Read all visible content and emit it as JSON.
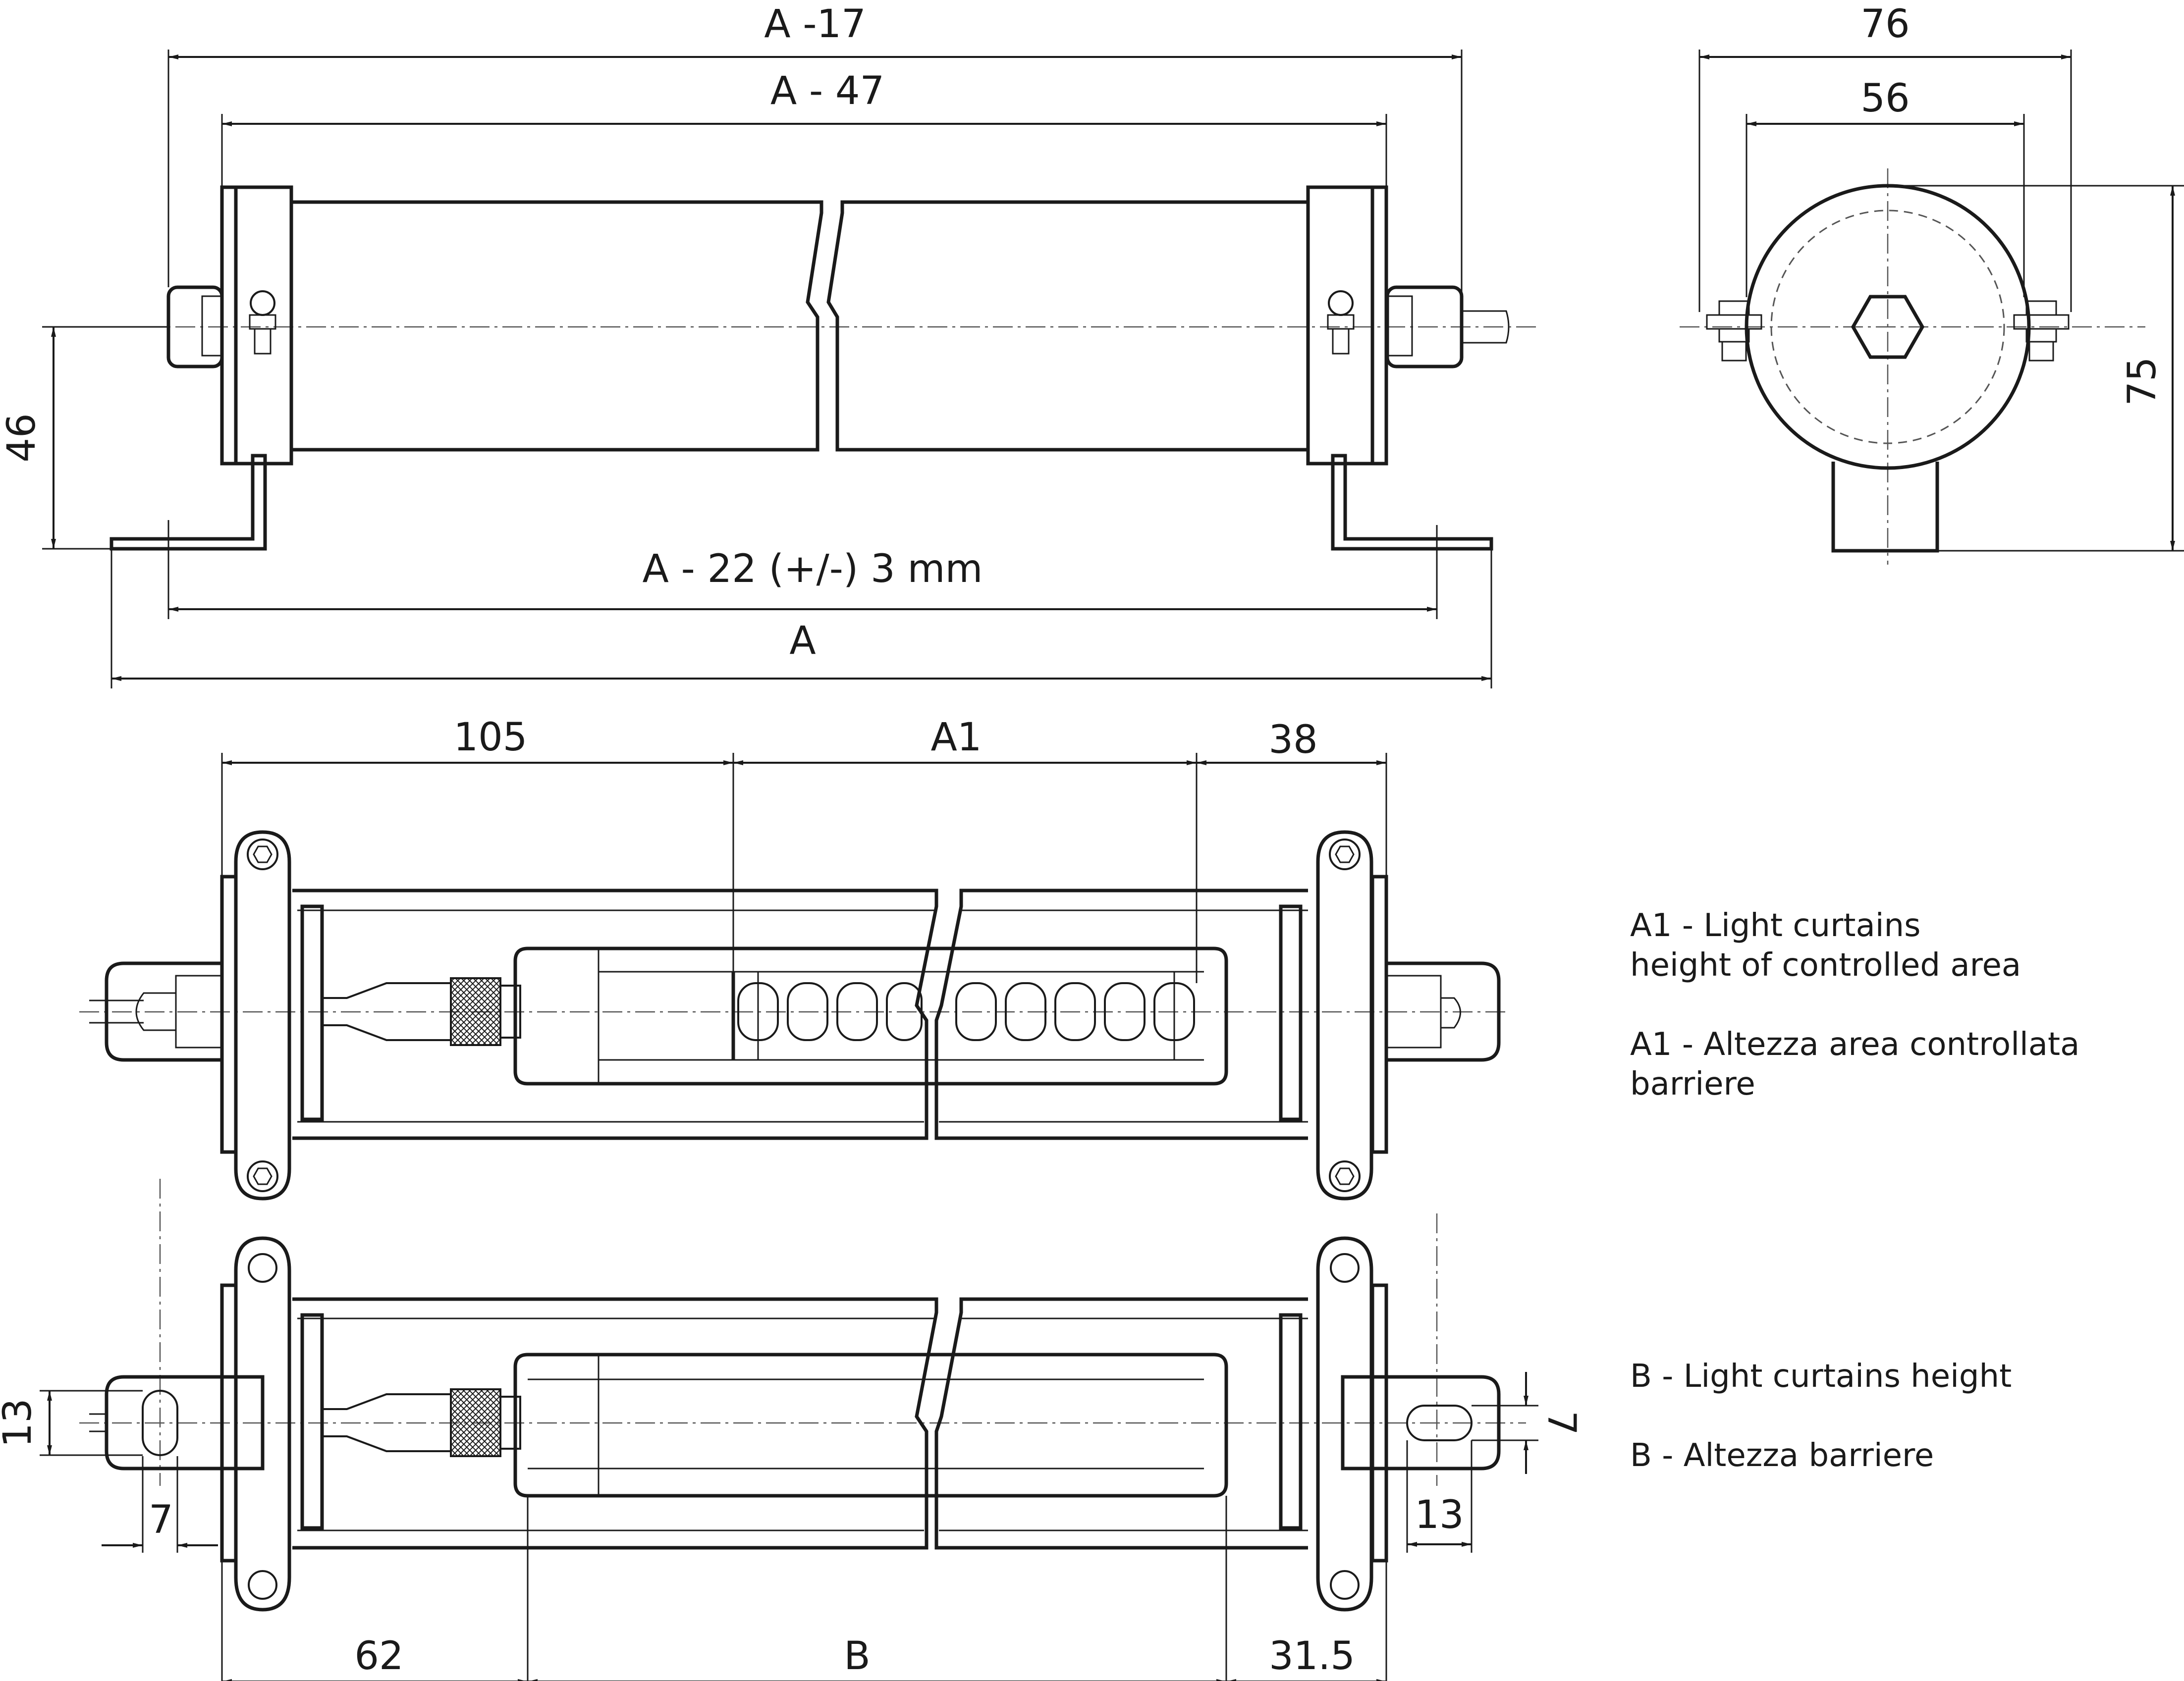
{
  "dimensions": {
    "a_minus_17": "A -17",
    "a_minus_47": "A - 47",
    "a_minus_22": "A - 22 (+/-) 3 mm",
    "a": "A",
    "h46": "46",
    "w76": "76",
    "w56": "56",
    "h75": "75",
    "d105": "105",
    "a1": "A1",
    "d38": "38",
    "d62": "62",
    "b": "B",
    "d31_5": "31.5",
    "d13_left": "13",
    "d7_left": "7",
    "d7_right": "7",
    "d13_right": "13"
  },
  "notes": {
    "a1_en_line1": "A1 - Light curtains",
    "a1_en_line2": "height of controlled area",
    "a1_it_line1": "A1 - Altezza area controllata",
    "a1_it_line2": "barriere",
    "b_en": "B - Light curtains height",
    "b_it": "B - Altezza barriere"
  }
}
